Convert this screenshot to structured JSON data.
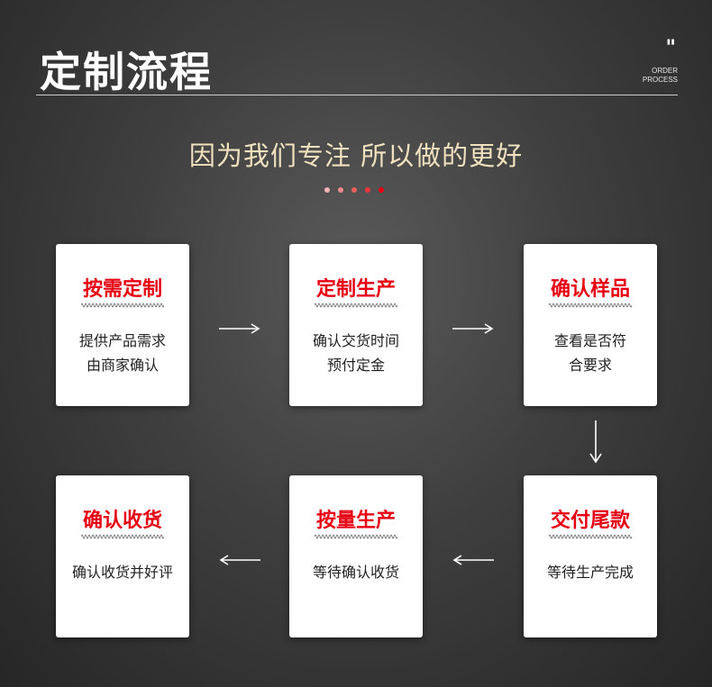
{
  "header": {
    "title": "定制流程",
    "quote_mark": "\"",
    "order_line1": "ORDER",
    "order_line2": "PROCESS"
  },
  "subtitle": "因为我们专注 所以做的更好",
  "dot_colors": [
    "#f3b5b5",
    "#f18b8b",
    "#ee6060",
    "#ea3636",
    "#e60012"
  ],
  "colors": {
    "accent": "#e60012",
    "subtitle": "#f1e2bf",
    "card_bg": "#ffffff"
  },
  "steps": [
    {
      "title": "按需定制",
      "lines": [
        "提供产品需求",
        "由商家确认"
      ]
    },
    {
      "title": "定制生产",
      "lines": [
        "确认交货时间",
        "预付定金"
      ]
    },
    {
      "title": "确认样品",
      "lines": [
        "查看是否符",
        "合要求"
      ]
    },
    {
      "title": "交付尾款",
      "lines": [
        "等待生产完成"
      ]
    },
    {
      "title": "按量生产",
      "lines": [
        "等待确认收货"
      ]
    },
    {
      "title": "确认收货",
      "lines": [
        "确认收货并好评"
      ]
    }
  ],
  "arrows": [
    "arrow-right",
    "arrow-right",
    "arrow-down",
    "arrow-left",
    "arrow-left"
  ]
}
